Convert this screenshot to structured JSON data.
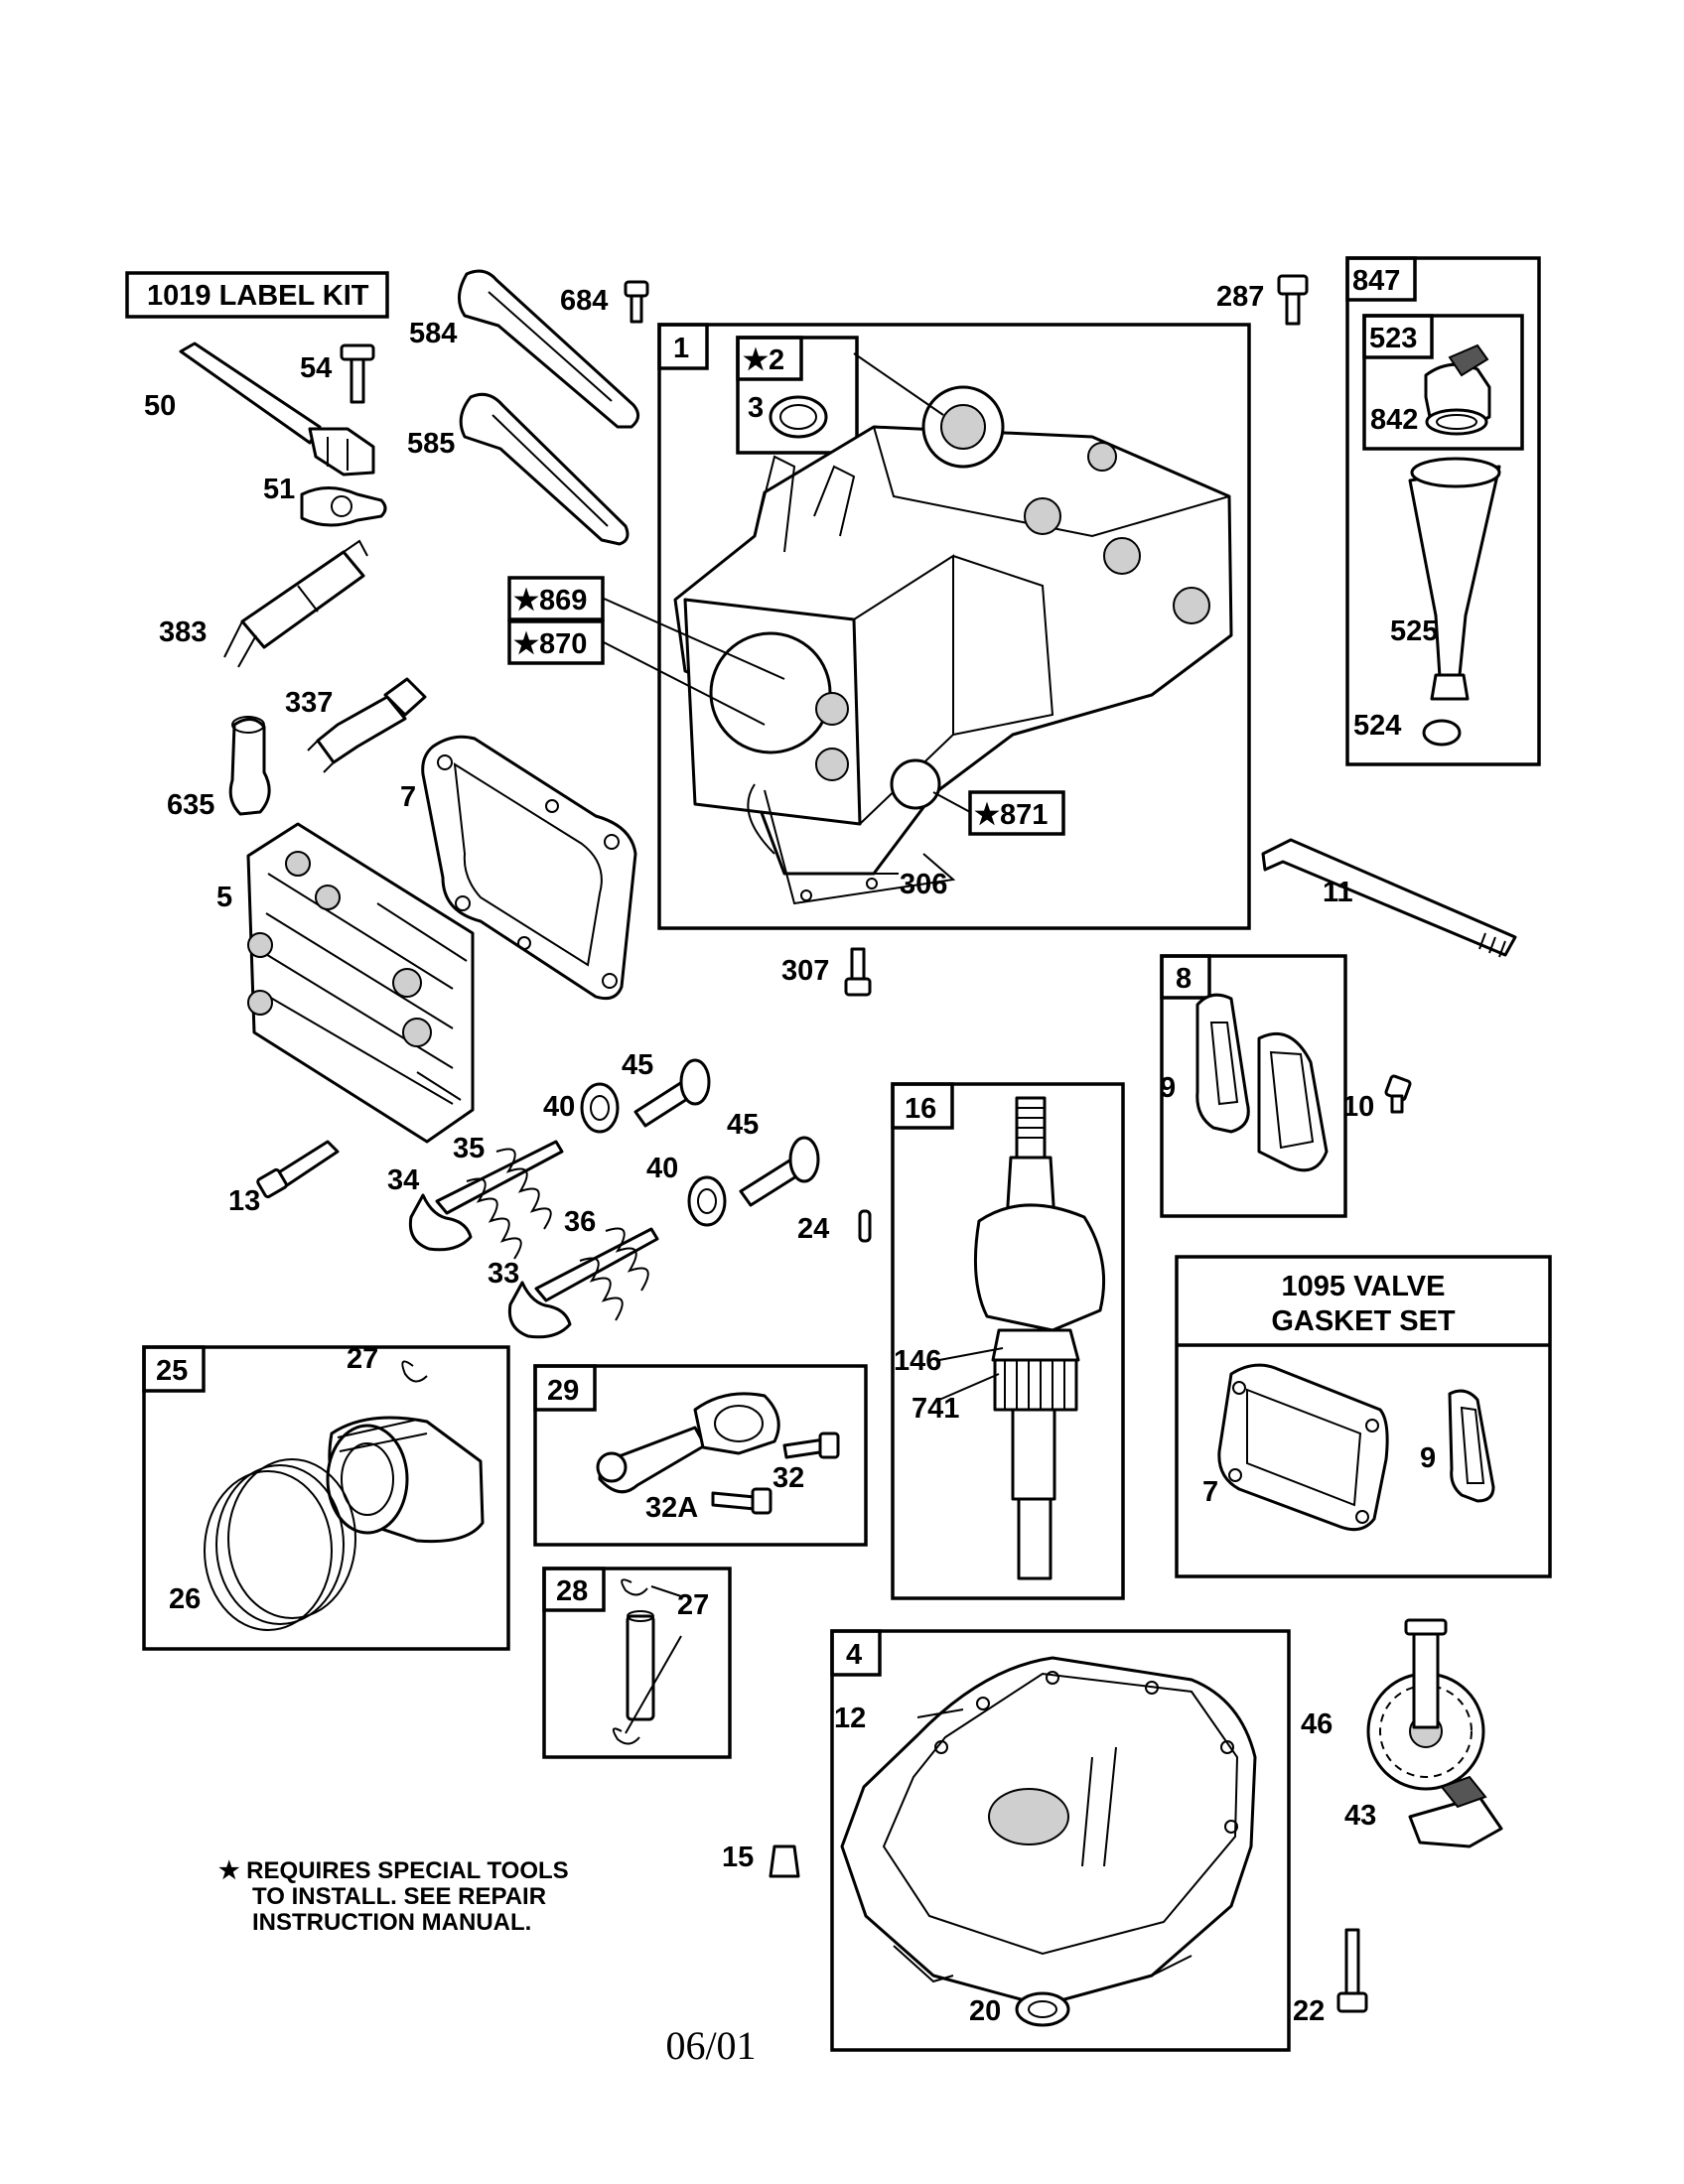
{
  "kits": {
    "label_kit": "1019 LABEL KIT",
    "valve_gasket_line1": "1095 VALVE",
    "valve_gasket_line2": "GASKET SET"
  },
  "boxes": {
    "b1": "1",
    "b2": "★2",
    "b847": "847",
    "b523": "523",
    "b869": "★869",
    "b870": "★870",
    "b871": "★871",
    "b8": "8",
    "b16": "16",
    "b25": "25",
    "b29": "29",
    "b28": "28",
    "b4": "4"
  },
  "labels": {
    "l684": "684",
    "l584": "584",
    "l54": "54",
    "l50": "50",
    "l585": "585",
    "l51": "51",
    "l383": "383",
    "l337": "337",
    "l635": "635",
    "l7a": "7",
    "l5": "5",
    "l3": "3",
    "l306": "306",
    "l287": "287",
    "l842": "842",
    "l525": "525",
    "l524": "524",
    "l11": "11",
    "l307": "307",
    "l9a": "9",
    "l10": "10",
    "l45a": "45",
    "l40a": "40",
    "l45b": "45",
    "l35": "35",
    "l34": "34",
    "l40b": "40",
    "l36": "36",
    "l13": "13",
    "l33": "33",
    "l24": "24",
    "l146": "146",
    "l741": "741",
    "l27a": "27",
    "l26": "26",
    "l32": "32",
    "l32a": "32A",
    "l27b": "27",
    "l7b": "7",
    "l9b": "9",
    "l12": "12",
    "l46": "46",
    "l43": "43",
    "l15": "15",
    "l20": "20",
    "l22": "22"
  },
  "note": {
    "line1": "★ REQUIRES SPECIAL TOOLS",
    "line2": "TO INSTALL.  SEE REPAIR",
    "line3": "INSTRUCTION MANUAL."
  },
  "footer_date": "06/01"
}
